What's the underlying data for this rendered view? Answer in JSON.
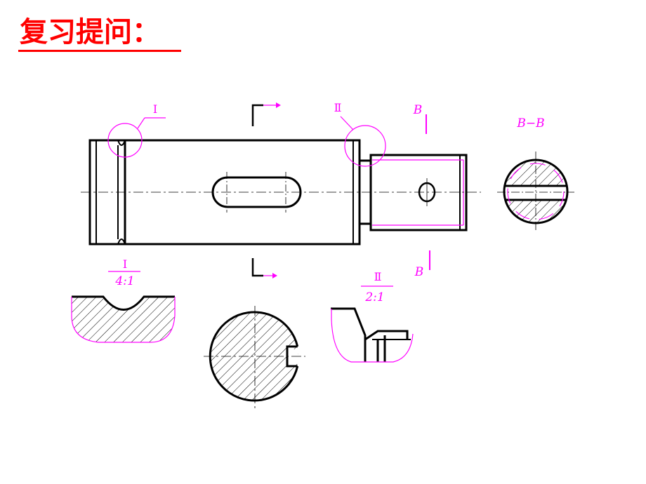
{
  "title": "复习提问：",
  "labels": {
    "detail_one": "Ⅰ",
    "detail_two": "Ⅱ",
    "section_letter_top": "B",
    "section_letter_bottom": "B",
    "section_title": "B−B",
    "detail_one_numeral": "Ⅰ",
    "detail_one_scale": "4:1",
    "detail_two_numeral": "Ⅱ",
    "detail_two_scale": "2:1"
  },
  "colors": {
    "title": "#ff0000",
    "annotation": "#ff00ff",
    "line": "#000000"
  }
}
